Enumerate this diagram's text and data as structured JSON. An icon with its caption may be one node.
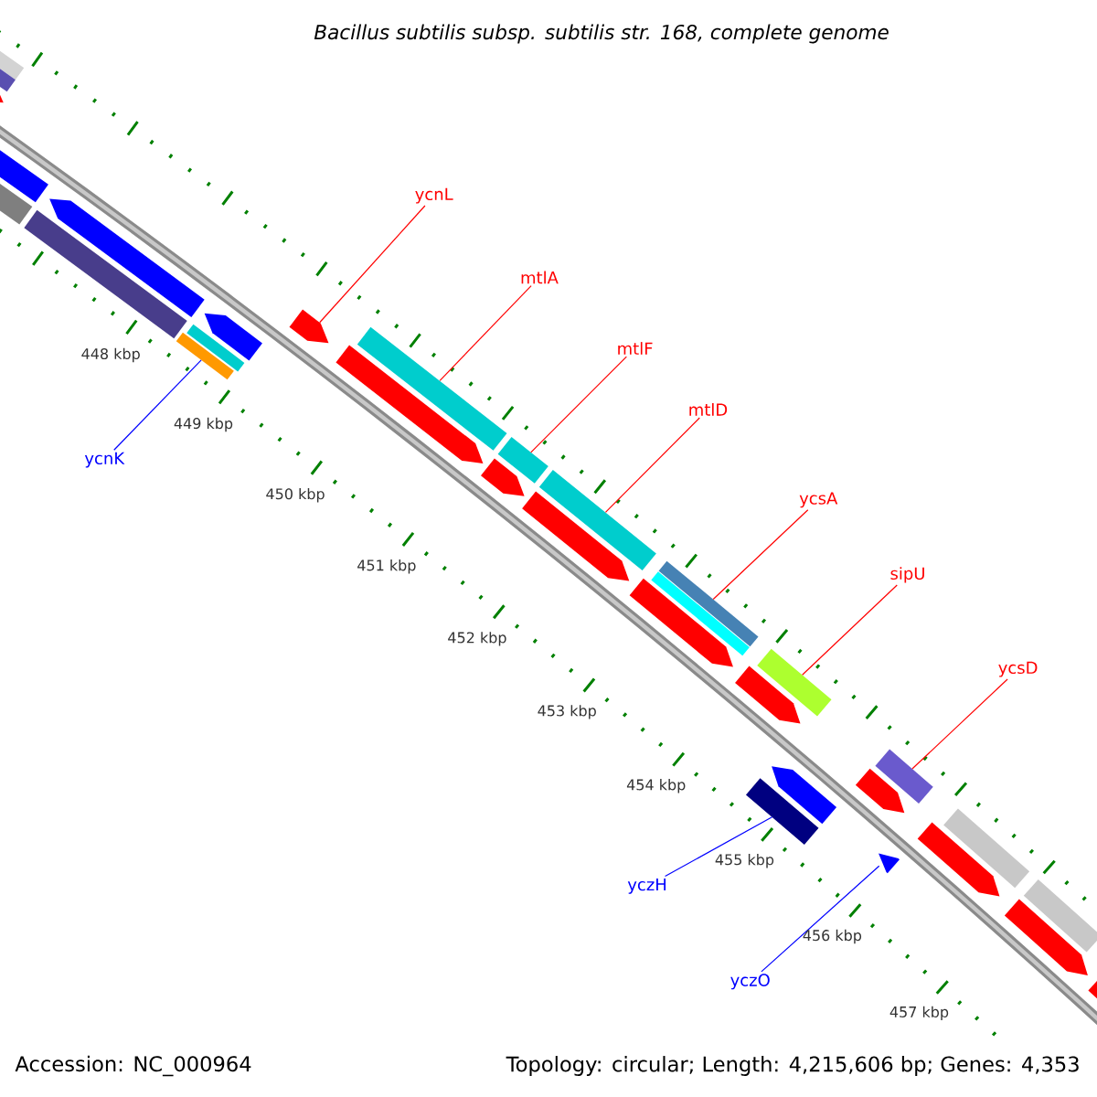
{
  "diagram": {
    "title": "Bacillus subtilis subsp. subtilis str. 168, complete genome",
    "nodes": [
      {
        "text": [],
        "shape": "bar"
      },
      {
        "text": [],
        "shape": "bar"
      },
      {
        "text": [],
        "shape": "arrow"
      },
      {
        "text": [],
        "shape": "arrow"
      },
      {
        "text": [],
        "shape": "bar"
      },
      {
        "text": [],
        "shape": "arrow"
      },
      {
        "text": [],
        "shape": "bar"
      },
      {
        "text": [],
        "shape": "bar"
      },
      {
        "text": [],
        "shape": "bar"
      },
      {
        "text": [],
        "shape": "arrow"
      },
      {
        "text": [],
        "shape": "arrow"
      },
      {
        "text": [],
        "shape": "arrow"
      },
      {
        "text": [],
        "shape": "bar"
      },
      {
        "text": [],
        "shape": "arrow"
      },
      {
        "text": [],
        "shape": "bar"
      },
      {
        "text": [],
        "shape": "arrow"
      },
      {
        "text": [],
        "shape": "bar"
      },
      {
        "text": [],
        "shape": "arrow"
      },
      {
        "text": [],
        "shape": "bar"
      },
      {
        "text": [],
        "shape": "bar"
      },
      {
        "text": [],
        "shape": "arrow"
      },
      {
        "text": [],
        "shape": "bar"
      },
      {
        "text": [],
        "shape": "arrow"
      },
      {
        "text": [],
        "shape": "bar"
      },
      {
        "text": [],
        "shape": "arrow"
      },
      {
        "text": [],
        "shape": "bar"
      },
      {
        "text": [],
        "shape": "arrow"
      },
      {
        "text": [],
        "shape": "arrow"
      },
      {
        "text": [],
        "shape": "bar"
      },
      {
        "text": [],
        "shape": "arrow"
      },
      {
        "text": [],
        "shape": "bar"
      },
      {
        "text": [],
        "shape": "arrow"
      },
      {
        "text": [
          "ycnL"
        ]
      },
      {
        "text": [
          "mtlA"
        ]
      },
      {
        "text": [
          "mtlF"
        ]
      },
      {
        "text": [
          "mtlD"
        ]
      },
      {
        "text": [
          "ycsA"
        ]
      },
      {
        "text": [
          "sipU"
        ]
      },
      {
        "text": [
          "ycsD"
        ]
      },
      {
        "text": [
          "ycnK"
        ]
      },
      {
        "text": [
          "yczH"
        ]
      },
      {
        "text": [
          "yczO"
        ]
      }
    ],
    "edges": [
      {
        "from": 32,
        "to": 10,
        "arrow": "none"
      },
      {
        "from": 33,
        "to": 12,
        "arrow": "none"
      },
      {
        "from": 34,
        "to": 14,
        "arrow": "none"
      },
      {
        "from": 35,
        "to": 16,
        "arrow": "none"
      },
      {
        "from": 36,
        "to": 18,
        "arrow": "none"
      },
      {
        "from": 37,
        "to": 21,
        "arrow": "none"
      },
      {
        "from": 38,
        "to": 25,
        "arrow": "none"
      },
      {
        "from": 39,
        "to": 8,
        "arrow": "none",
        "color": "#0000ff"
      },
      {
        "from": 40,
        "to": 23,
        "arrow": "none",
        "color": "#0000ff"
      },
      {
        "from": 41,
        "to": 26,
        "arrow": "none",
        "color": "#0000ff"
      }
    ],
    "labels": [
      "448 kbp",
      "449 kbp",
      "450 kbp",
      "451 kbp",
      "452 kbp",
      "453 kbp",
      "454 kbp",
      "455 kbp",
      "456 kbp",
      "457 kbp",
      "Accession: NC_000964",
      "Topology: circular; Length: 4,215,606 bp; Genes: 4,353"
    ]
  }
}
